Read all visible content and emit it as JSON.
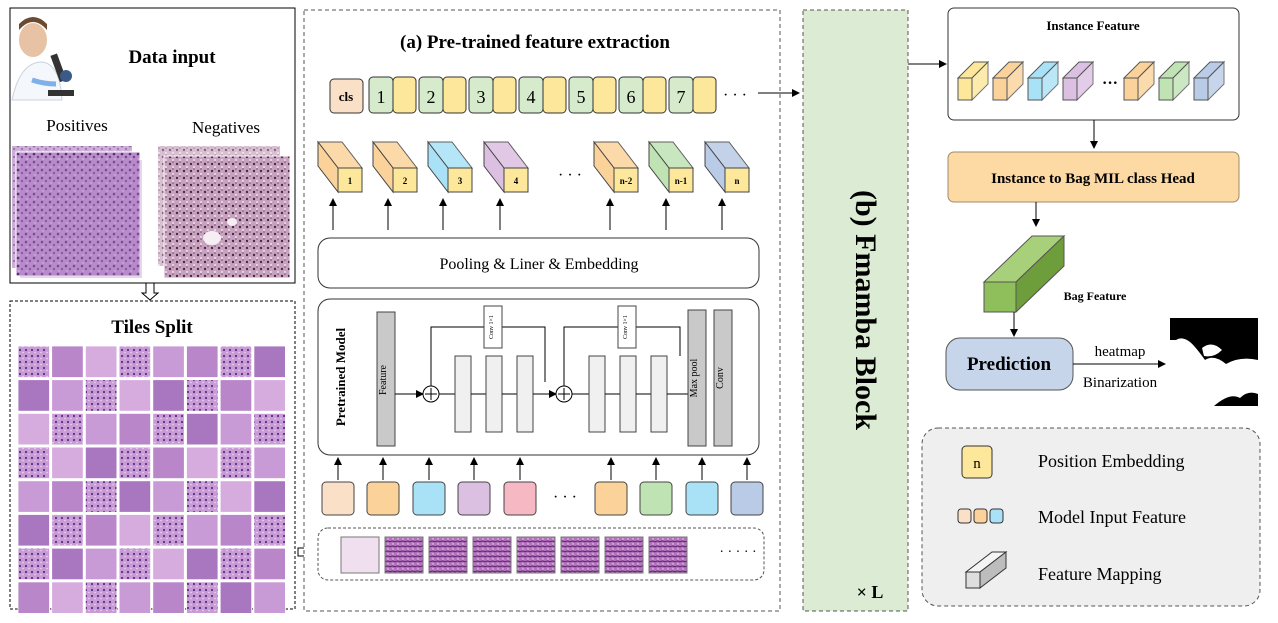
{
  "data_input": {
    "title": "Data input",
    "positives": "Positives",
    "negatives": "Negatives"
  },
  "tiles": {
    "title": "Tiles Split"
  },
  "extraction": {
    "title": "(a) Pre-trained feature extraction",
    "cls": "cls",
    "token_numbers": [
      "1",
      "2",
      "3",
      "4",
      "5",
      "6",
      "7"
    ],
    "ellipsis": "· · ·",
    "cube_labels": [
      "1",
      "2",
      "3",
      "4",
      "n-2",
      "n-1",
      "n"
    ],
    "pooling_label": "Pooling & Liner & Embedding",
    "pretrained_model": "Pretrained Model",
    "feature_label": "Feature",
    "conv1x1": "Conv 1×1",
    "maxpool": "Max pool",
    "conv": "Conv",
    "patch_ellipsis": "· · · · ·"
  },
  "fmamba": {
    "title": "(b) Fmamba Block",
    "repeat": "× L"
  },
  "right": {
    "instance_feature": "Instance Feature",
    "head": "Instance to Bag MIL class Head",
    "bag_feature": "Bag Feature",
    "prediction": "Prediction",
    "heatmap": "heatmap",
    "binarization": "Binarization"
  },
  "legend": {
    "items": [
      {
        "symbol": "n",
        "label": "Position Embedding"
      },
      {
        "symbol": "",
        "label": "Model Input Feature"
      },
      {
        "symbol": "",
        "label": "Feature Mapping"
      }
    ]
  },
  "colors": {
    "peach": "#fbe0c8",
    "orange": "#fbd39a",
    "cyan": "#a9e2f6",
    "purple": "#dcc0e2",
    "pink": "#f6b9c4",
    "green": "#bfe3b3",
    "blue": "#b9cbe6",
    "yellow": "#fde79a",
    "fmamba_bg": "#dcebd3",
    "head_bg": "#fdd9a4",
    "prediction_bg": "#c6d5ea",
    "bag_green": "#8fbf5b"
  }
}
